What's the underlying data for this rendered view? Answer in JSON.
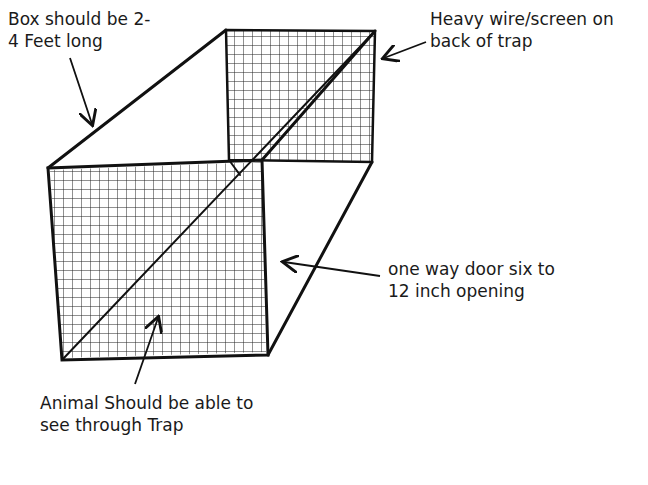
{
  "diagram": {
    "labels": [
      "Box should be 2-4 Feet long",
      "Heavy wire/screen on back of trap",
      "one way door six to 12 inch opening",
      "Animal Should be able to see through Trap"
    ]
  }
}
